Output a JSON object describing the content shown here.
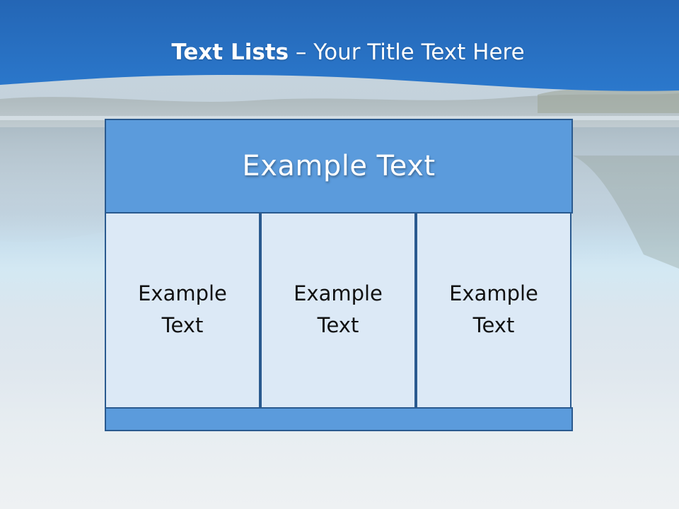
{
  "slide": {
    "title_bold": "Text Lists",
    "title_rest": " – Your Title Text Here"
  },
  "diagram": {
    "header": "Example Text",
    "columns": [
      {
        "text": "Example\nText"
      },
      {
        "text": "Example\nText"
      },
      {
        "text": "Example\nText"
      }
    ]
  },
  "colors": {
    "banner_blue": "#2a72c4",
    "header_blue": "#5b9bdc",
    "column_fill": "#dce9f6",
    "border": "#2a5a8f"
  }
}
